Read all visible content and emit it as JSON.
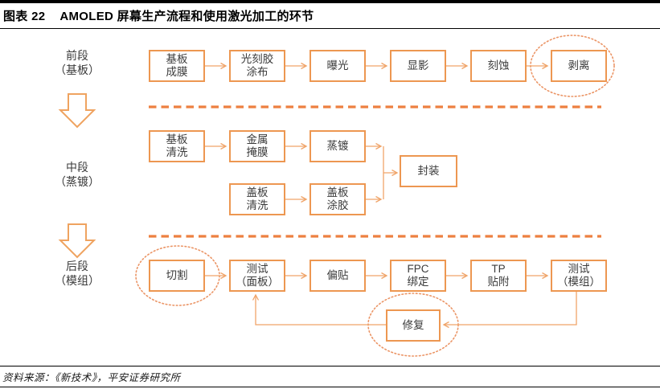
{
  "header": {
    "figure_label": "图表 22",
    "title": "AMOLED 屏幕生产流程和使用激光加工的环节"
  },
  "stages": {
    "front": {
      "label": "前段\n（基板）",
      "steps": [
        "基板\n成膜",
        "光刻胶\n涂布",
        "曝光",
        "显影",
        "刻蚀",
        "剥离"
      ]
    },
    "middle": {
      "label": "中段\n（蒸镀）",
      "row1": [
        "基板\n清洗",
        "金属\n掩膜",
        "蒸镀"
      ],
      "row2": [
        "盖板\n清洗",
        "盖板\n涂胶"
      ],
      "merge_step": "封装"
    },
    "back": {
      "label": "后段\n（模组）",
      "steps": [
        "切割",
        "测试\n（面板）",
        "偏贴",
        "FPC\n绑定",
        "TP\n贴附",
        "测试\n（模组）"
      ],
      "repair_step": "修复"
    }
  },
  "laser_highlighted_steps": [
    "剥离",
    "切割",
    "修复"
  ],
  "footer": {
    "source": "资料来源：《新技术》，平安证券研究所"
  },
  "colors": {
    "box_border": "#ED9751",
    "connector": "#F0A469",
    "divider_dashed": "#ED8040",
    "highlight_ellipse": "#EB9566",
    "stage_arrow": "#EFA360",
    "text": "#3B3B3B",
    "rule": "#000000"
  }
}
